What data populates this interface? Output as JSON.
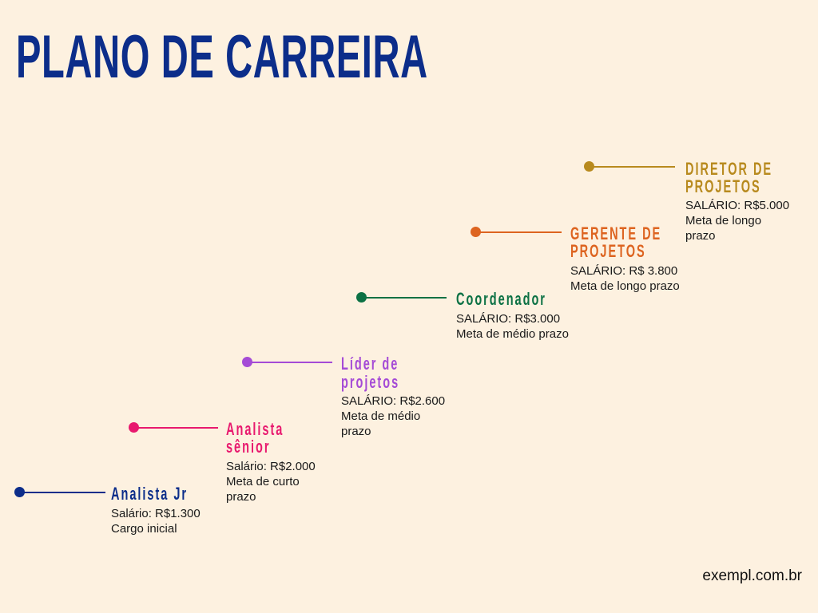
{
  "title": "PLANO DE CARREIRA",
  "footer": "exempl.com.br",
  "steps": [
    {
      "role_line1": "Analista Jr",
      "role_line2": "",
      "salary": "Salário: R$1.300",
      "desc_line1": "Cargo inicial",
      "desc_line2": "",
      "color": "#0c2d8a"
    },
    {
      "role_line1": "Analista",
      "role_line2": "sênior",
      "salary": "Salário: R$2.000",
      "desc_line1": "Meta de curto",
      "desc_line2": "prazo",
      "color": "#e8196e"
    },
    {
      "role_line1": "Líder de",
      "role_line2": "projetos",
      "salary": "SALÁRIO: R$2.600",
      "desc_line1": "Meta de médio",
      "desc_line2": "prazo",
      "color": "#a54bd6"
    },
    {
      "role_line1": "Coordenador",
      "role_line2": "",
      "salary": "SALÁRIO: R$3.000",
      "desc_line1": "Meta de médio prazo",
      "desc_line2": "",
      "color": "#0c7144"
    },
    {
      "role_line1": "GERENTE DE",
      "role_line2": "PROJETOS",
      "salary": "SALÁRIO: R$ 3.800",
      "desc_line1": "Meta de longo prazo",
      "desc_line2": "",
      "color": "#dd6420"
    },
    {
      "role_line1": "DIRETOR DE",
      "role_line2": "PROJETOS",
      "salary": "SALÁRIO: R$5.000",
      "desc_line1": "Meta de longo",
      "desc_line2": "prazo",
      "color": "#b88a1e"
    }
  ]
}
